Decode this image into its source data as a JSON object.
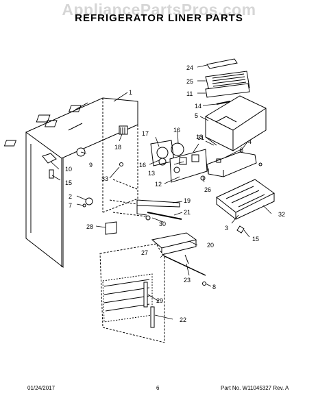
{
  "watermark": "AppliancePartsPros.com",
  "title": "REFRIGERATOR LINER PARTS",
  "footer": {
    "date": "01/24/2017",
    "page": "6",
    "part_info": "Part No. W11045327  Rev. A"
  },
  "callouts": {
    "c1": "1",
    "c2": "2",
    "c3": "3",
    "c4": "4",
    "c5": "5",
    "c6": "6",
    "c7": "7",
    "c8": "8",
    "c9": "9",
    "c10": "10",
    "c11": "11",
    "c12": "12",
    "c13a": "13",
    "c13b": "13",
    "c14": "14",
    "c15a": "15",
    "c15b": "15",
    "c16a": "16",
    "c16b": "16",
    "c17": "17",
    "c18": "18",
    "c19": "19",
    "c20": "20",
    "c21": "21",
    "c22": "22",
    "c23": "23",
    "c24": "24",
    "c25": "25",
    "c26": "26",
    "c27": "27",
    "c28": "28",
    "c29": "29",
    "c30": "30",
    "c31": "31",
    "c32": "32",
    "c33": "33"
  }
}
